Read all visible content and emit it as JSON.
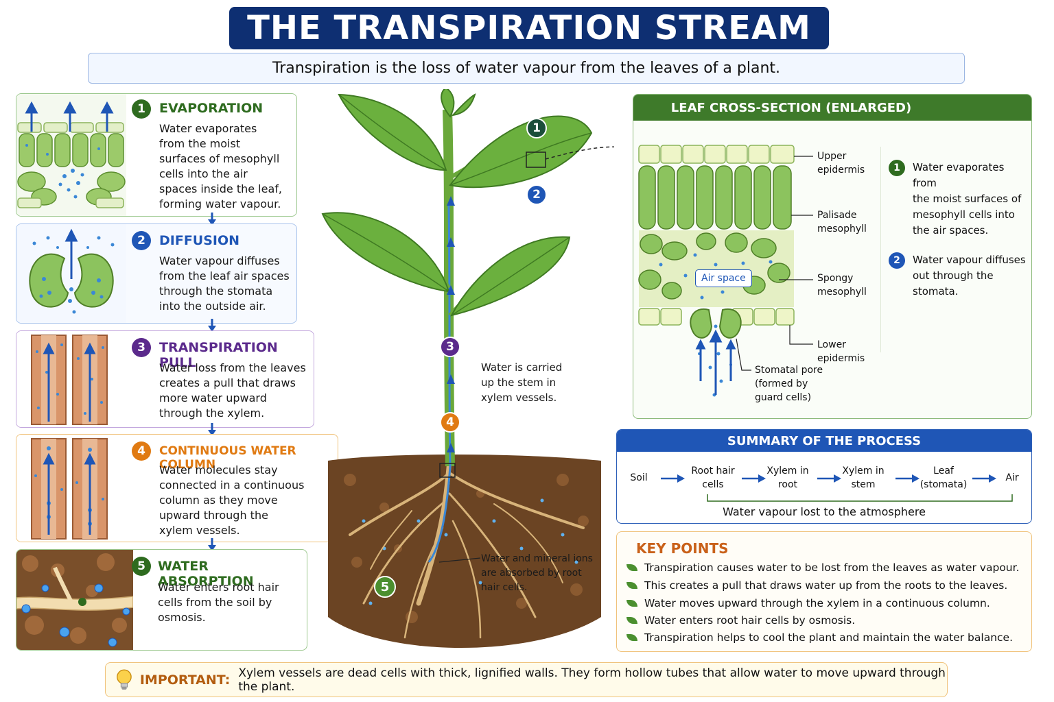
{
  "title": "THE TRANSPIRATION STREAM",
  "subtitle": "Transpiration is the loss of water vapour from the leaves of a plant.",
  "steps": [
    {
      "num": "1",
      "title": "EVAPORATION",
      "color": "#2e6b1f",
      "lines": [
        "Water evaporates",
        "from the moist",
        "surfaces of mesophyll",
        "cells into the air",
        "spaces inside the leaf,",
        "forming water vapour."
      ]
    },
    {
      "num": "2",
      "title": "DIFFUSION",
      "color": "#1f56b6",
      "lines": [
        "Water vapour diffuses",
        "from the leaf air spaces",
        "through the stomata",
        "into the outside air."
      ]
    },
    {
      "num": "3",
      "title": "TRANSPIRATION PULL",
      "color": "#5b2a8c",
      "lines": [
        "Water loss from the leaves",
        "creates a pull that draws",
        "more water upward",
        "through the xylem."
      ]
    },
    {
      "num": "4",
      "title": "CONTINUOUS WATER COLUMN",
      "color": "#e07a12",
      "lines": [
        "Water molecules stay",
        "connected in a continuous",
        "column as they move",
        "upward through the",
        "xylem vessels."
      ]
    },
    {
      "num": "5",
      "title": "WATER ABSORPTION",
      "color": "#2e6b1f",
      "lines": [
        "Water enters root hair",
        "cells from the soil by",
        "osmosis."
      ]
    }
  ],
  "plant": {
    "markers": [
      "1",
      "2",
      "3",
      "4",
      "5"
    ],
    "stem_label": [
      "Water is carried",
      "up the stem in",
      "xylem vessels."
    ],
    "root_label": [
      "Water and mineral ions",
      "are absorbed by root",
      "hair cells."
    ]
  },
  "leaf_section": {
    "header": "LEAF CROSS-SECTION (ENLARGED)",
    "labels": {
      "upper": [
        "Upper",
        "epidermis"
      ],
      "palisade": [
        "Palisade",
        "mesophyll"
      ],
      "spongy": [
        "Spongy",
        "mesophyll"
      ],
      "lower": [
        "Lower",
        "epidermis"
      ],
      "pore": [
        "Stomatal pore",
        "(formed by",
        "guard cells)"
      ],
      "air_space": "Air space"
    },
    "notes": [
      {
        "num": "1",
        "lines": [
          "Water evaporates from",
          "the moist surfaces of",
          "mesophyll cells into",
          "the air spaces."
        ]
      },
      {
        "num": "2",
        "lines": [
          "Water vapour diffuses",
          "out through the",
          "stomata."
        ]
      }
    ]
  },
  "summary": {
    "header": "SUMMARY OF THE PROCESS",
    "flow": [
      [
        "Soil"
      ],
      [
        "Root hair",
        "cells"
      ],
      [
        "Xylem in",
        "root"
      ],
      [
        "Xylem in",
        "stem"
      ],
      [
        "Leaf",
        "(stomata)"
      ],
      [
        "Air"
      ]
    ],
    "note": "Water vapour lost to the atmosphere"
  },
  "key_points": {
    "title": "KEY POINTS",
    "items": [
      "Transpiration causes water to be lost from the leaves as water vapour.",
      "This creates a pull that draws water up from the roots to the leaves.",
      "Water moves upward through the xylem in a continuous column.",
      "Water enters root hair cells by osmosis.",
      "Transpiration helps to cool the plant and maintain the water balance."
    ]
  },
  "important": {
    "label": "IMPORTANT:",
    "text": "Xylem vessels are dead cells with thick, lignified walls. They form hollow tubes that allow water to move upward through the plant."
  },
  "colors": {
    "navy": "#0e2f72",
    "green": "#2e6b1f",
    "blue": "#1f56b6",
    "purple": "#5b2a8c",
    "orange": "#e07a12",
    "soil": "#6b4423"
  }
}
